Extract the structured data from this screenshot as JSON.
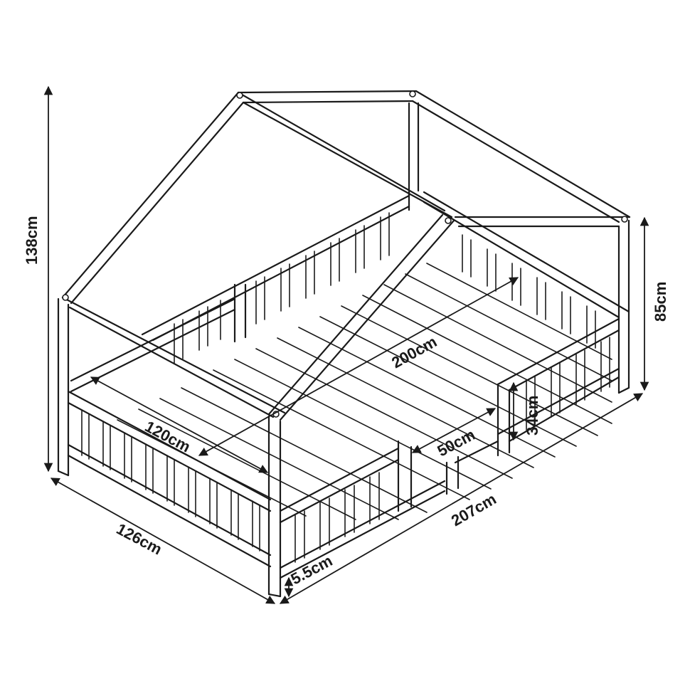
{
  "diagram": {
    "subject": "house-frame bed with guard rails and slatted base",
    "dimensions": {
      "total_height": "138cm",
      "end_frame_height": "85cm",
      "width": "126cm",
      "length": "207cm",
      "mattress_length": "200cm",
      "mattress_width": "120cm",
      "opening_width": "50cm",
      "rail_height": "34cm",
      "floor_clearance": "5.5cm"
    },
    "colors": {
      "stroke": "#1a1a1a",
      "background": "#ffffff"
    }
  }
}
